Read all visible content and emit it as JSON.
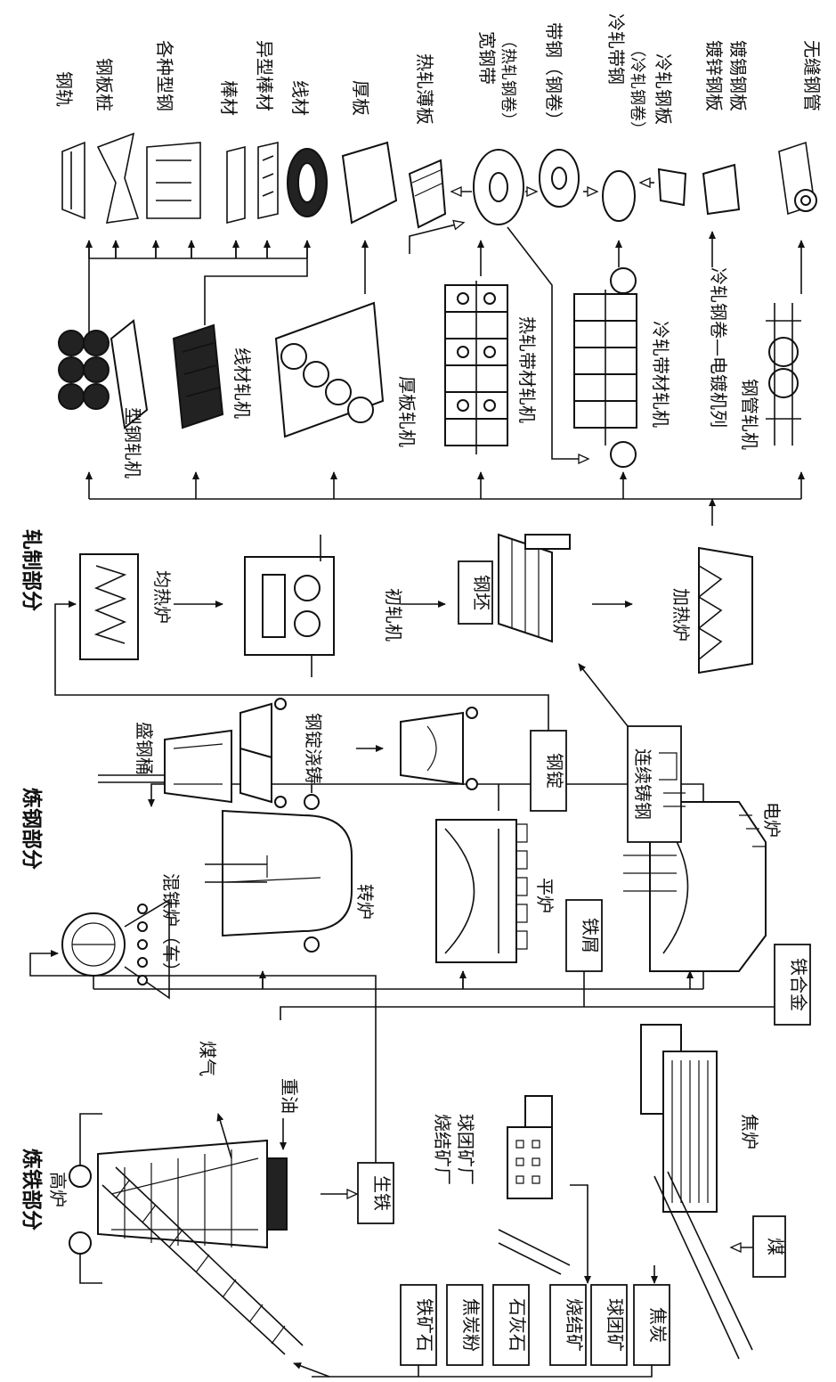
{
  "sections": {
    "ironmaking": "炼铁部分",
    "steelmaking": "炼钢部分",
    "rolling": "轧制部分"
  },
  "ironmaking": {
    "blast_furnace": "高炉",
    "coal_gas": "煤气",
    "heavy_oil": "重油",
    "pig_iron": "生铁",
    "sinter_plant": "烧结矿厂",
    "pellet_plant": "球团矿厂",
    "coke_oven": "焦炉",
    "coal": "煤",
    "raw_iron_ore": "铁矿石",
    "raw_coke_powder": "焦炭粉",
    "raw_limestone": "石灰石",
    "raw_sinter": "烧结矿",
    "raw_pellet": "球团矿",
    "raw_coke": "焦炭"
  },
  "steelmaking": {
    "mixer": "混铁炉（车）",
    "converter": "转炉",
    "open_hearth": "平炉",
    "scrap": "铁屑",
    "electric_furnace": "电炉",
    "ferroalloy": "铁合金",
    "ladle": "盛钢桶",
    "ingot_casting": "钢锭浇铸",
    "ingot": "钢锭",
    "continuous_casting": "连续铸钢"
  },
  "rolling": {
    "soaking_pit": "均热炉",
    "blooming_mill": "初轧机",
    "billet": "钢坯",
    "reheating_furnace": "加热炉",
    "section_mill": "型钢轧机",
    "wire_mill": "线材轧机",
    "plate_mill": "厚板轧机",
    "hot_strip_mill": "热轧带材轧机",
    "cold_strip_mill": "冷轧带材轧机",
    "electroplating_line": "冷轧钢卷—电镀机列",
    "tube_mill": "钢管轧机"
  },
  "products": {
    "rail": "钢轨",
    "sheet_pile": "钢板桩",
    "sections": "各种型钢",
    "bar": "棒材",
    "special_bar": "异型棒材",
    "wire": "线材",
    "plate": "厚板",
    "hot_sheet": "热轧薄板",
    "wide_strip": "宽钢带",
    "wide_strip_note": "（热轧钢卷）",
    "strip": "带钢（钢卷）",
    "cold_strip": "冷轧带钢",
    "cold_strip_note": "（冷轧钢卷）",
    "cold_sheet": "冷轧钢板",
    "galvanized": "镀锌钢板",
    "tinplate": "镀锡钢板",
    "seamless_tube": "无缝钢管"
  },
  "icons": [
    "blast-furnace-icon",
    "hot-metal-mixer-icon",
    "converter-icon",
    "open-hearth-icon",
    "electric-furnace-icon",
    "ladle-icon",
    "ingot-mould-icon",
    "continuous-caster-icon",
    "soaking-pit-icon",
    "blooming-mill-icon",
    "billet-stack-icon",
    "reheating-furnace-icon",
    "section-mill-icon",
    "wire-mill-icon",
    "plate-mill-icon",
    "hot-strip-mill-icon",
    "cold-strip-mill-icon",
    "tube-mill-icon",
    "coil-icon",
    "sinter-plant-icon",
    "coke-oven-icon"
  ]
}
